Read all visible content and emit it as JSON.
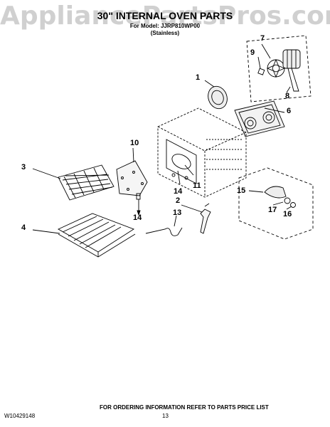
{
  "watermark": "AppliancePartsPros.com",
  "header": {
    "title": "30\" INTERNAL OVEN PARTS",
    "model_line": "For Model: JJRP810WP00",
    "finish": "(Stainless)"
  },
  "footer": {
    "doc_number": "W10429148",
    "page_number": "13",
    "ordering_info": "FOR ORDERING INFORMATION REFER TO PARTS PRICE LIST"
  },
  "callouts": [
    "1",
    "2",
    "3",
    "4",
    "6",
    "7",
    "8",
    "9",
    "10",
    "11",
    "13",
    "14",
    "14",
    "15",
    "16",
    "17"
  ],
  "colors": {
    "line": "#000000",
    "watermark": "#969696"
  }
}
